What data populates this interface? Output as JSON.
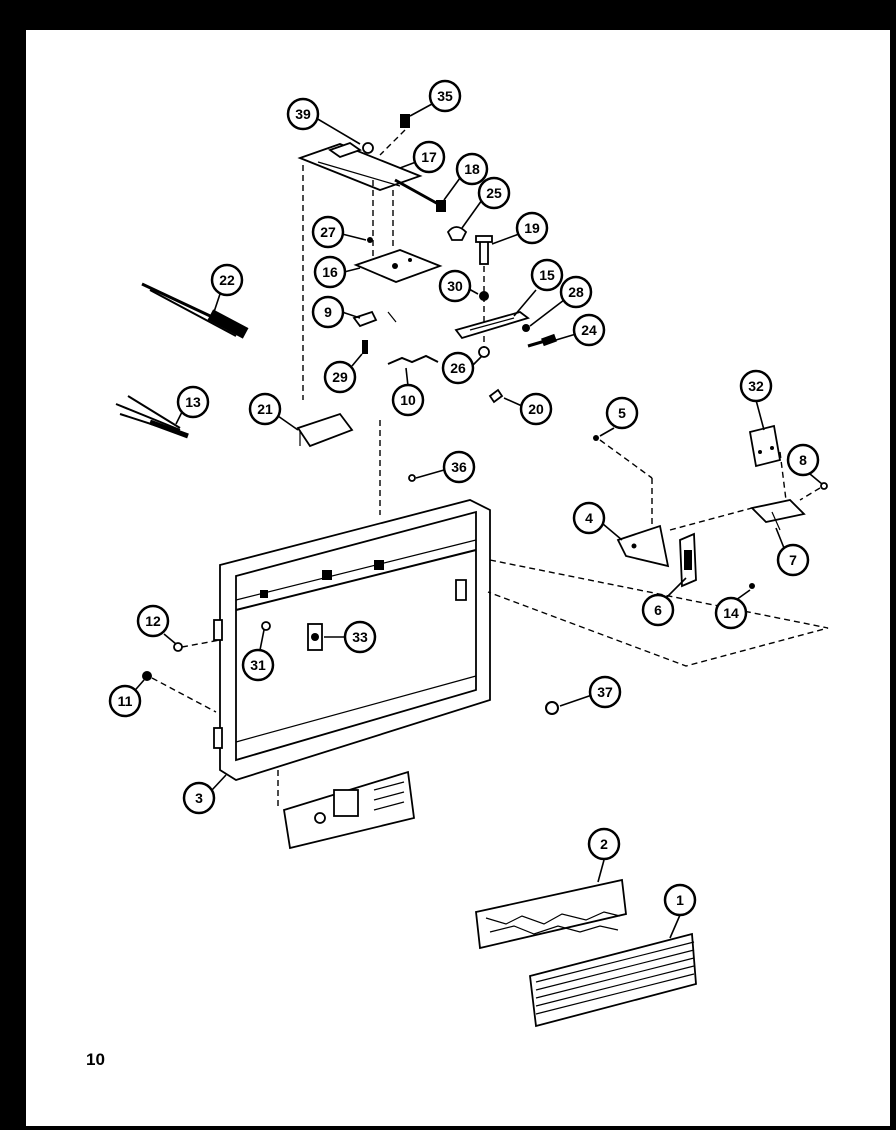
{
  "page": {
    "number": "10"
  },
  "callouts": [
    {
      "id": "c1",
      "label": "1"
    },
    {
      "id": "c2",
      "label": "2"
    },
    {
      "id": "c3",
      "label": "3"
    },
    {
      "id": "c4",
      "label": "4"
    },
    {
      "id": "c5",
      "label": "5"
    },
    {
      "id": "c6",
      "label": "6"
    },
    {
      "id": "c7",
      "label": "7"
    },
    {
      "id": "c8",
      "label": "8"
    },
    {
      "id": "c9",
      "label": "9"
    },
    {
      "id": "c10",
      "label": "10"
    },
    {
      "id": "c11",
      "label": "11"
    },
    {
      "id": "c12",
      "label": "12"
    },
    {
      "id": "c13",
      "label": "13"
    },
    {
      "id": "c14",
      "label": "14"
    },
    {
      "id": "c15",
      "label": "15"
    },
    {
      "id": "c16",
      "label": "16"
    },
    {
      "id": "c17",
      "label": "17"
    },
    {
      "id": "c18",
      "label": "18"
    },
    {
      "id": "c19",
      "label": "19"
    },
    {
      "id": "c20",
      "label": "20"
    },
    {
      "id": "c21",
      "label": "21"
    },
    {
      "id": "c22",
      "label": "22"
    },
    {
      "id": "c24",
      "label": "24"
    },
    {
      "id": "c25",
      "label": "25"
    },
    {
      "id": "c26",
      "label": "26"
    },
    {
      "id": "c27",
      "label": "27"
    },
    {
      "id": "c28",
      "label": "28"
    },
    {
      "id": "c29",
      "label": "29"
    },
    {
      "id": "c30",
      "label": "30"
    },
    {
      "id": "c31",
      "label": "31"
    },
    {
      "id": "c32",
      "label": "32"
    },
    {
      "id": "c33",
      "label": "33"
    },
    {
      "id": "c35",
      "label": "35"
    },
    {
      "id": "c36",
      "label": "36"
    },
    {
      "id": "c37",
      "label": "37"
    },
    {
      "id": "c39",
      "label": "39"
    }
  ]
}
